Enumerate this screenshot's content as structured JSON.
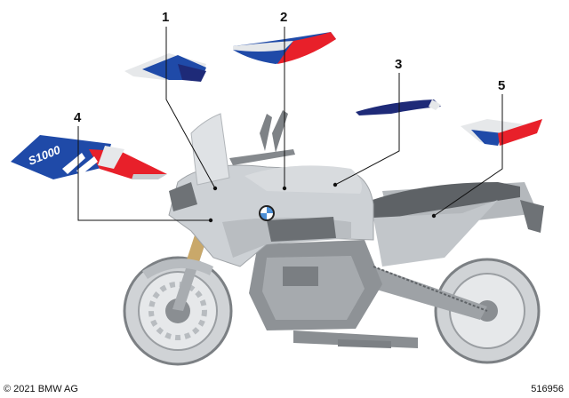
{
  "callouts": [
    "1",
    "2",
    "3",
    "4",
    "5"
  ],
  "copyright": "© 2021 BMW AG",
  "image_ref": "516956",
  "decal_text": "S1000",
  "colors": {
    "bmw_blue": "#1f4aa8",
    "bmw_dark_blue": "#1e2a78",
    "bmw_red": "#e8202a",
    "bike_gray": "#c8ccd0",
    "bike_dark": "#8a8e92"
  }
}
